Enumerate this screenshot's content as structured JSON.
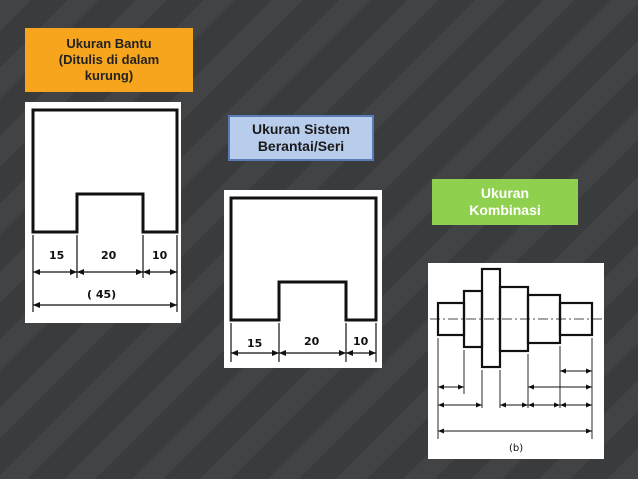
{
  "labels": {
    "bantu": [
      "Ukuran Bantu",
      "(Ditulis di dalam",
      "kurung)"
    ],
    "berantai": [
      "Ukuran Sistem",
      "Berantai/Seri"
    ],
    "kombinasi": [
      "Ukuran",
      "Kombinasi"
    ]
  },
  "figure1": {
    "dims": [
      "15",
      "20",
      "10"
    ],
    "total": "( 45)"
  },
  "figure2": {
    "dims": [
      "15",
      "20",
      "10"
    ]
  },
  "figure3": {
    "caption": "(b)"
  },
  "colors": {
    "orange": "#f7a51c",
    "blue": "#b8ccec",
    "green": "#8fd04e"
  }
}
